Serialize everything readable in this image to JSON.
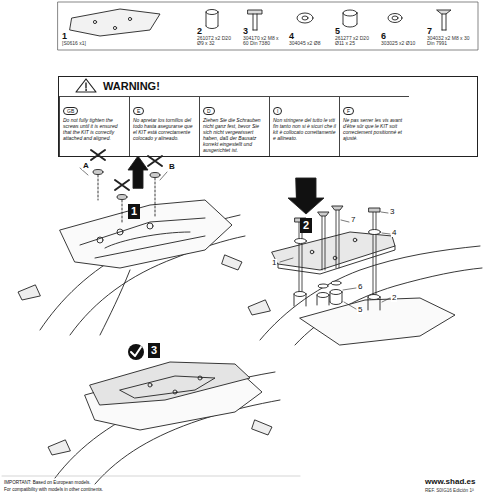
{
  "diagram": {
    "nodes": [
      {
        "text": [
          "1",
          "[S0616 x1]"
        ]
      },
      {
        "text": [
          "2",
          "261072 x2 D20 Ø9 x 32"
        ]
      },
      {
        "text": [
          "3",
          "304170 x2 M8 x 60 Din 7380"
        ]
      },
      {
        "text": [
          "4",
          "304045 x2 Ø8"
        ]
      },
      {
        "text": [
          "5",
          "261277 x2 D20 Ø11 x 25"
        ]
      },
      {
        "text": [
          "6",
          "303025 x2 Ø10"
        ]
      },
      {
        "text": [
          "7",
          "304032 x2 M8 x 30 Din 7991"
        ]
      },
      {
        "text": [
          "WARNING!"
        ]
      },
      {
        "text": [
          "GB",
          "Do not fully tighten the screws until it is ensured that the KIT is correctly attached and aligned."
        ],
        "in": 7
      },
      {
        "text": [
          "E",
          "No apretar los tornillos del todo hasta asegurarse que el KIT está correctamente colocado y alineado."
        ],
        "in": 7
      },
      {
        "text": [
          "D",
          "Ziehen Sie die Schrauben nicht ganz fest, bevor Sie sich nicht vergewissert haben, daß der Bausatz korrekt eingestellt und ausgerichtet ist."
        ],
        "in": 7
      },
      {
        "text": [
          "I",
          "Non stringere del tutto le viti fin tanto non si è sicuri che il kit è collocato correttamente e allineato."
        ],
        "in": 7
      },
      {
        "text": [
          "F",
          "Ne pas serrer les vis avant d'être sûr que le KIT soit correctement positionné et ajusté."
        ],
        "in": 7
      }
    ],
    "labels": [
      "A",
      "B",
      "1",
      "2",
      "3",
      "1",
      "2",
      "3",
      "4",
      "5",
      "6",
      "7",
      "IMPORTANT: Based on European models.",
      "For compatibility with models in other continents.",
      "www.shad.es",
      "REF. S0IG16 Edición 1ª"
    ]
  }
}
